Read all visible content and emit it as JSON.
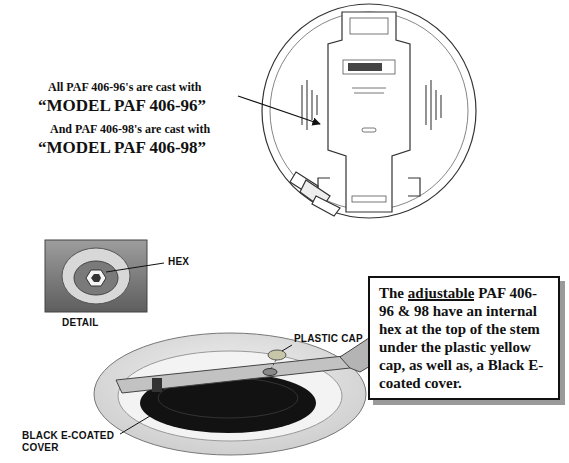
{
  "diagram": {
    "nodes": [
      {
        "text": [
          "The adjustable PAF 406-96 & 98 have an internal hex at the top of the stem under the plastic yellow cap, as well as, a Black E-coated cover."
        ]
      }
    ],
    "labels": [
      "All PAF 406-96's are cast with",
      "“MODEL PAF 406-96”",
      "And PAF 406-98's are cast with",
      "“MODEL PAF 406-98”",
      "HEX",
      "DETAIL",
      "PLASTIC CAP",
      "BLACK E-COATED COVER"
    ]
  }
}
